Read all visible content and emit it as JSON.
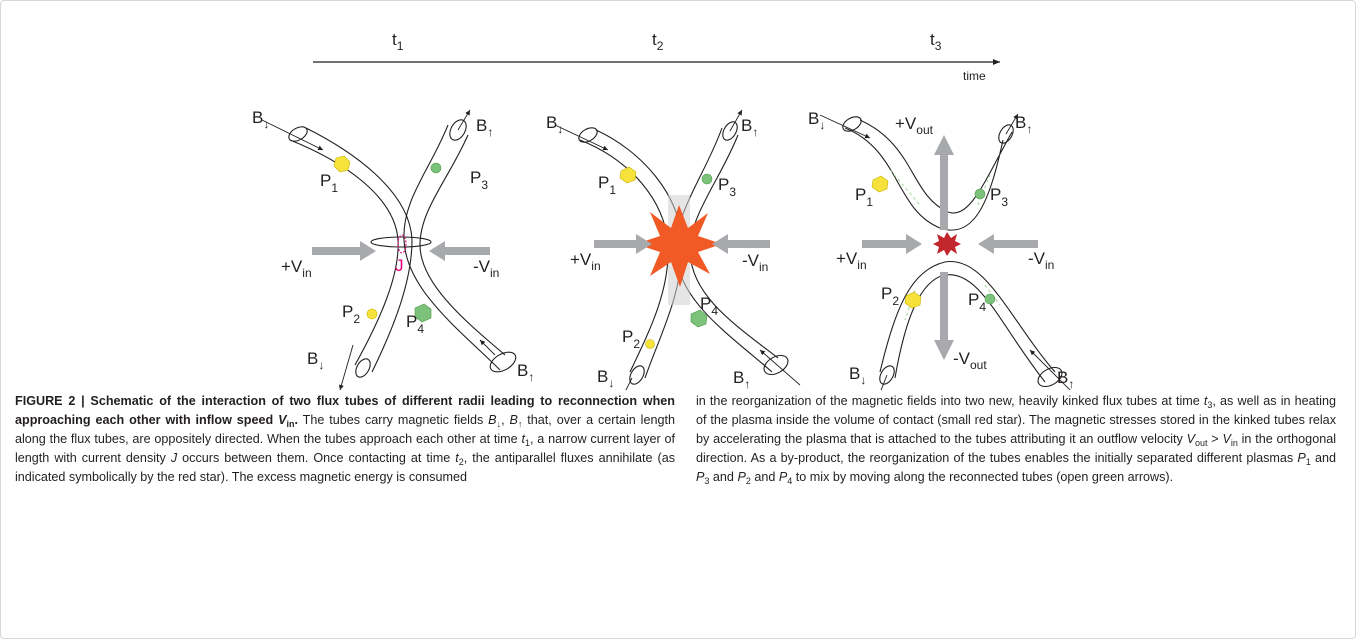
{
  "timeline": {
    "ticks": [
      "t",
      "t",
      "t"
    ],
    "tick_subs": [
      "1",
      "2",
      "3"
    ],
    "axis_label": "time"
  },
  "labels": {
    "B": "B",
    "down_arrow": "↓",
    "up_arrow": "↑",
    "P": "P",
    "P_subs": [
      "1",
      "2",
      "3",
      "4"
    ],
    "V_in_pos": "+V",
    "V_in_neg": "-V",
    "V_sub_in": "in",
    "V_out_pos": "+V",
    "V_out_neg": "-V",
    "V_sub_out": "out",
    "J": "J"
  },
  "colors": {
    "plasma_yellow": "#f6e23a",
    "plasma_green": "#7cc27a",
    "star_orange": "#f15a24",
    "star_red": "#c1272d",
    "current_magenta": "#e4007c",
    "arrow_gray": "#a7a9ac"
  },
  "caption": {
    "figure_label": "FIGURE 2 | ",
    "title_a": "Schematic of the interaction of two flux tubes of different radii leading to reconnection when approaching each other with inflow speed ",
    "title_V": "V",
    "title_V_sub": "in",
    "title_end": ".",
    "p1": " The tubes carry magnetic fields ",
    "B": "B",
    "down": "↓",
    "comma": ", ",
    "up": "↑",
    "p2": " that, over a certain length along the flux tubes, are oppositely directed. When the tubes approach each other at time ",
    "t": "t",
    "s1": "1",
    "p3": ", a narrow current layer of length with current density ",
    "J": "J",
    "p4": " occurs between them. Once contacting at time ",
    "s2": "2",
    "p5": ", the antiparallel fluxes annihilate (as indicated symbolically by the red star). The excess magnetic energy is consumed ",
    "r1": "in the reorganization of the magnetic fields into two new, heavily kinked flux tubes at time ",
    "s3": "3",
    "r2": ", as well as in heating of the plasma inside the volume of contact (small red star). The magnetic stresses stored in the kinked tubes relax by accelerating the plasma that is attached to the tubes attributing it an outflow velocity ",
    "V": "V",
    "out": "out",
    "gt": " > ",
    "in": "in",
    "r3": " in the orthogonal direction. As a by-product, the reorganization of the tubes enables the initially separated different plasmas ",
    "P": "P",
    "and": " and ",
    "p_1": "1",
    "p_3": "3",
    "p_2": "2",
    "p_4": "4",
    "r4": " to mix by moving along the reconnected tubes (open green arrows)."
  }
}
